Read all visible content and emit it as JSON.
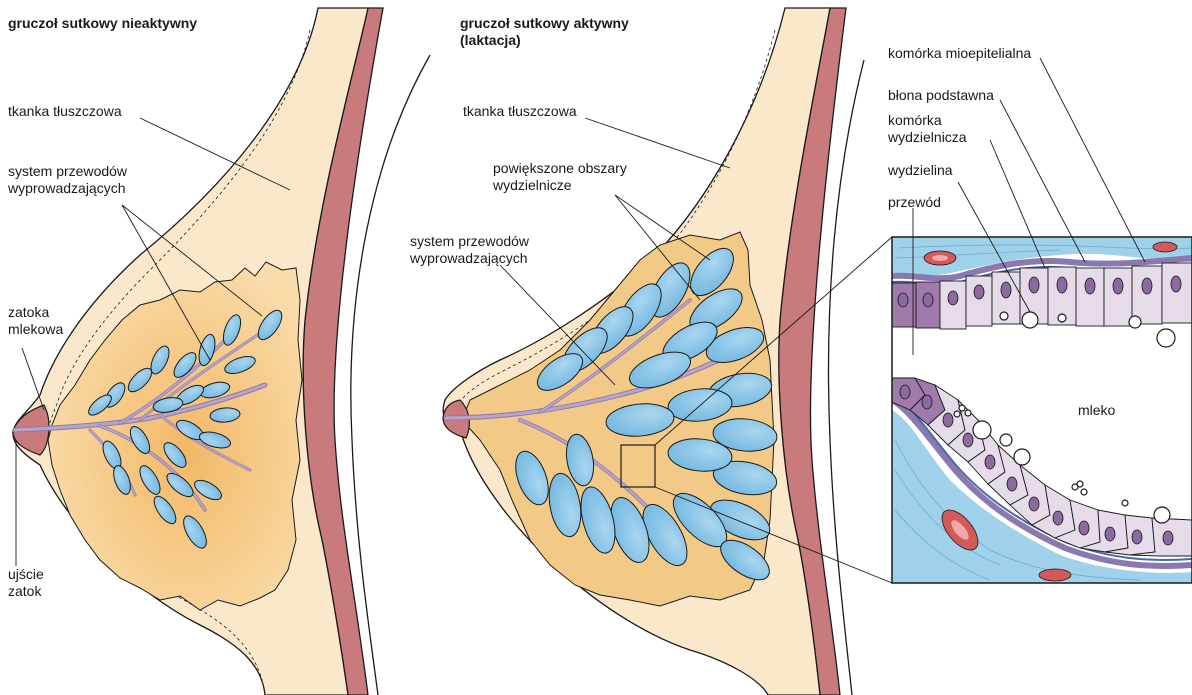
{
  "colors": {
    "skin": "#fbe8cb",
    "fat": "#f9d9a6",
    "gland_core": "#f2b865",
    "muscle": "#c97a7c",
    "lobule": "#7ec0e6",
    "duct": "#b8a4c8",
    "connective_tissue": "#9fd1ea",
    "secretory_cell": "#e6dbe8",
    "myoepithelial": "#8a78b0",
    "outline": "#1a1a1a"
  },
  "left_panel": {
    "title": "gruczoł sutkowy nieaktywny",
    "labels": {
      "fat": "tkanka tłuszczowa",
      "ducts": "system przewodów\nwyprowadzających",
      "sinus": "zatoka\nmlekowa",
      "opening": "ujście\nzatok"
    }
  },
  "right_panel": {
    "title": "gruczoł sutkowy aktywny\n(laktacja)",
    "labels": {
      "fat": "tkanka tłuszczowa",
      "enlarged": "powiększone obszary\nwydzielnicze",
      "ducts": "system przewodów\nwyprowadzających"
    }
  },
  "inset": {
    "labels": {
      "myoepithelial": "komórka mioepitelialna",
      "basement": "błona podstawna",
      "secretory": "komórka\nwydzielnicza",
      "secretion": "wydzielina",
      "duct": "przewód",
      "milk": "mleko"
    }
  }
}
